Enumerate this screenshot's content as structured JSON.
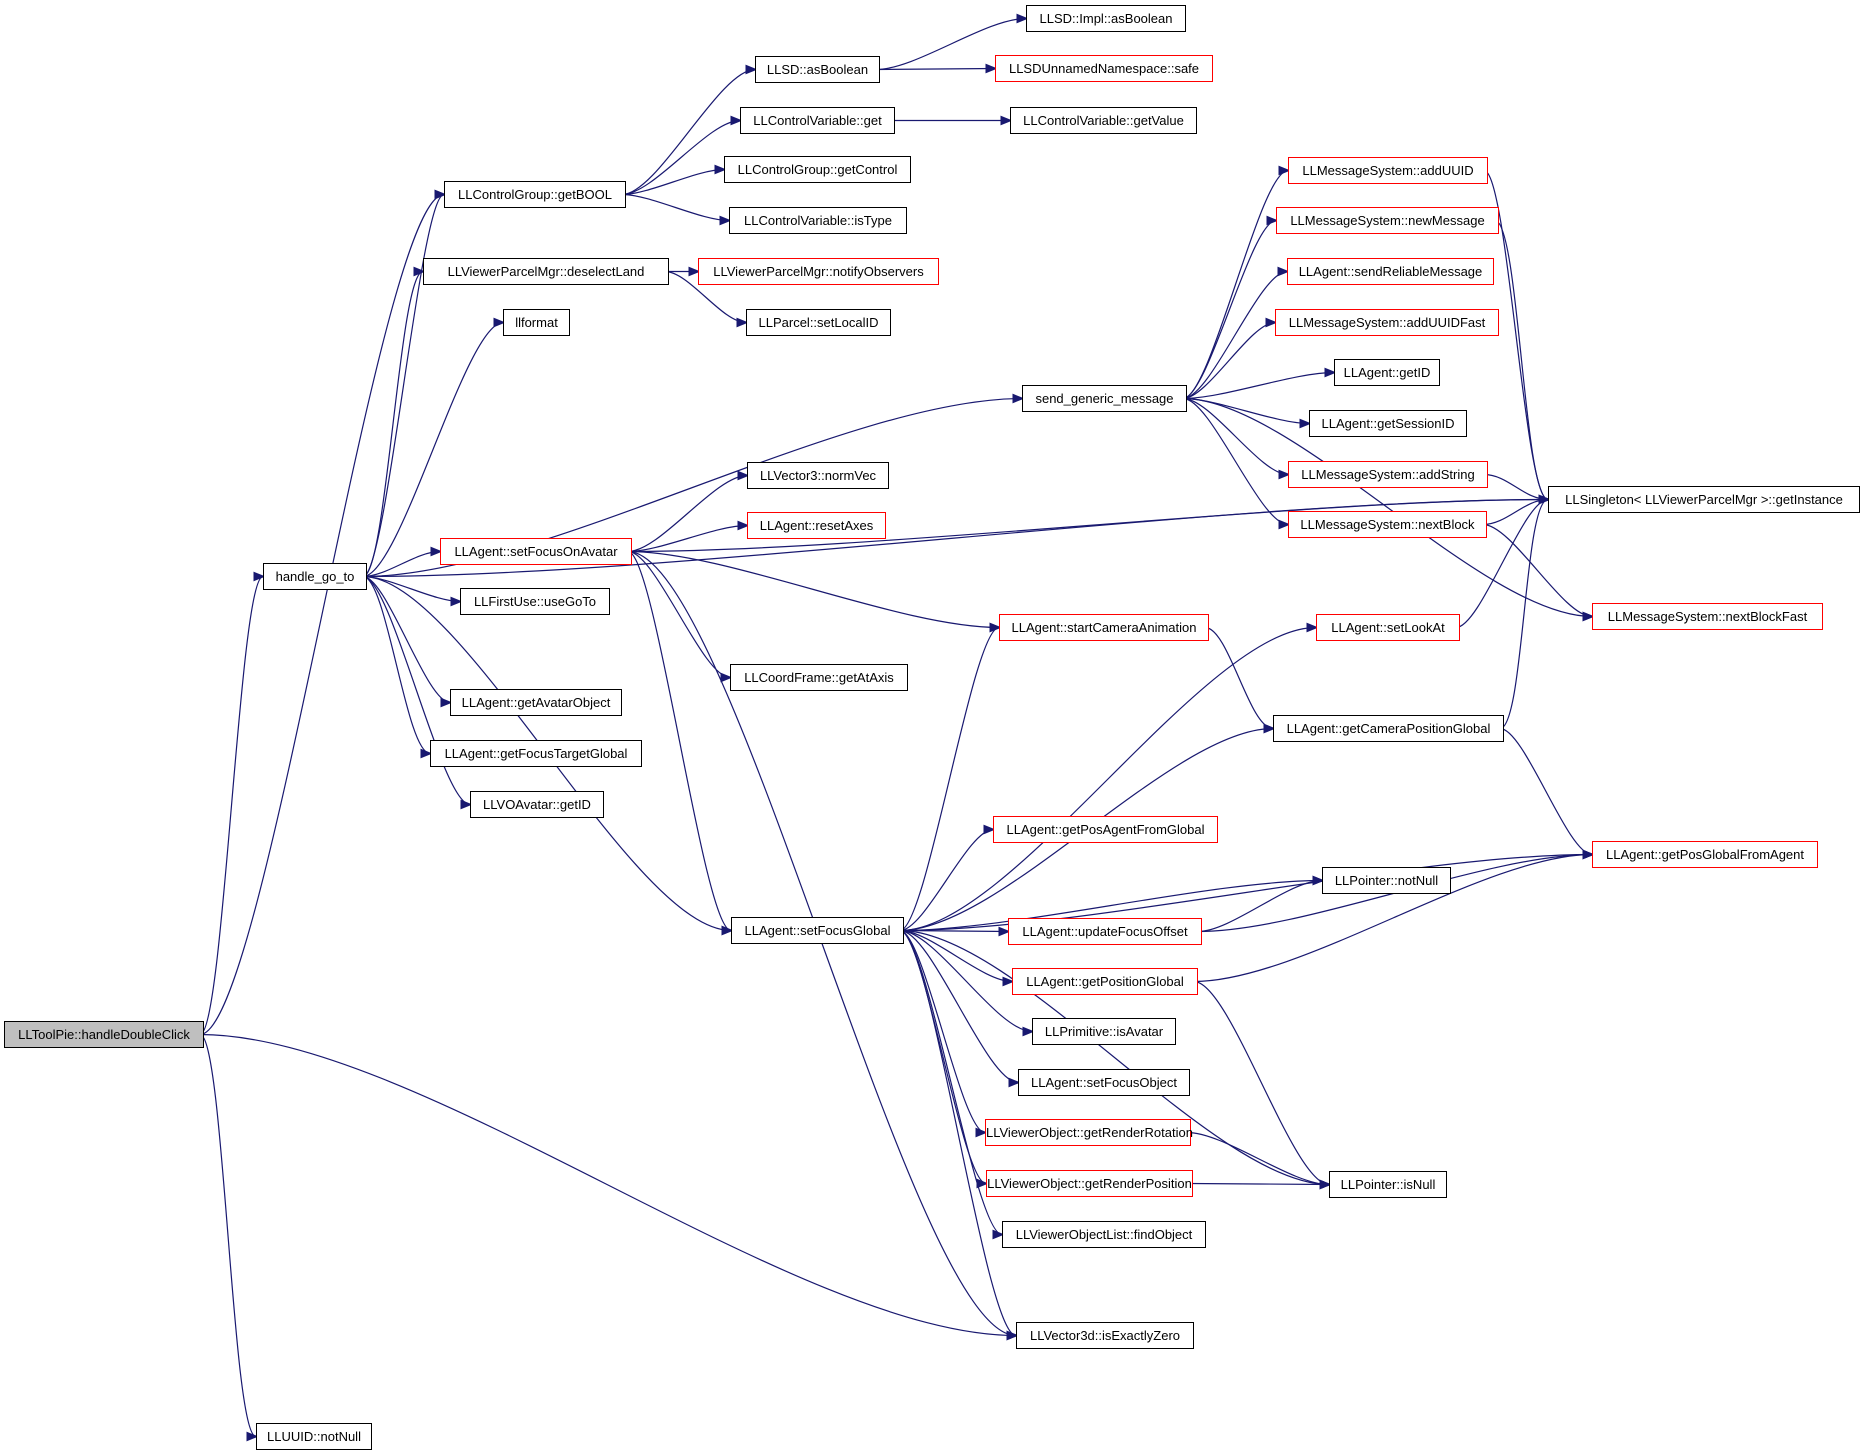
{
  "graph": {
    "colors": {
      "edge": "#191970",
      "box_border": "#000000",
      "box_border_link": "#ff0000",
      "root_fill": "#bfbfbf"
    },
    "nodes": [
      {
        "id": "root",
        "label": "LLToolPie::handleDoubleClick",
        "style": "root"
      },
      {
        "id": "handle_go_to",
        "label": "handle_go_to",
        "style": "black"
      },
      {
        "id": "getBOOL",
        "label": "LLControlGroup::getBOOL",
        "style": "black"
      },
      {
        "id": "asBoolean",
        "label": "LLSD::asBoolean",
        "style": "black"
      },
      {
        "id": "implAsBoolean",
        "label": "LLSD::Impl::asBoolean",
        "style": "black"
      },
      {
        "id": "safe",
        "label": "LLSDUnnamedNamespace::safe",
        "style": "red"
      },
      {
        "id": "cvGet",
        "label": "LLControlVariable::get",
        "style": "black"
      },
      {
        "id": "cvGetValue",
        "label": "LLControlVariable::getValue",
        "style": "black"
      },
      {
        "id": "getControl",
        "label": "LLControlGroup::getControl",
        "style": "black"
      },
      {
        "id": "isType",
        "label": "LLControlVariable::isType",
        "style": "black"
      },
      {
        "id": "deselectLand",
        "label": "LLViewerParcelMgr::deselectLand",
        "style": "black"
      },
      {
        "id": "notifyObservers",
        "label": "LLViewerParcelMgr::notifyObservers",
        "style": "red"
      },
      {
        "id": "llformat",
        "label": "llformat",
        "style": "black"
      },
      {
        "id": "setLocalID",
        "label": "LLParcel::setLocalID",
        "style": "black"
      },
      {
        "id": "sendGeneric",
        "label": "send_generic_message",
        "style": "black"
      },
      {
        "id": "addUUID",
        "label": "LLMessageSystem::addUUID",
        "style": "red"
      },
      {
        "id": "newMessage",
        "label": "LLMessageSystem::newMessage",
        "style": "red"
      },
      {
        "id": "sendReliable",
        "label": "LLAgent::sendReliableMessage",
        "style": "red"
      },
      {
        "id": "addUUIDFast",
        "label": "LLMessageSystem::addUUIDFast",
        "style": "red"
      },
      {
        "id": "agentGetID",
        "label": "LLAgent::getID",
        "style": "black"
      },
      {
        "id": "getSessionID",
        "label": "LLAgent::getSessionID",
        "style": "black"
      },
      {
        "id": "addString",
        "label": "LLMessageSystem::addString",
        "style": "red"
      },
      {
        "id": "nextBlock",
        "label": "LLMessageSystem::nextBlock",
        "style": "red"
      },
      {
        "id": "getInstance",
        "label": "LLSingleton< LLViewerParcelMgr >::getInstance",
        "style": "black"
      },
      {
        "id": "nextBlockFast",
        "label": "LLMessageSystem::nextBlockFast",
        "style": "red"
      },
      {
        "id": "normVec",
        "label": "LLVector3::normVec",
        "style": "black"
      },
      {
        "id": "resetAxes",
        "label": "LLAgent::resetAxes",
        "style": "red"
      },
      {
        "id": "setFocusOnAvatar",
        "label": "LLAgent::setFocusOnAvatar",
        "style": "red"
      },
      {
        "id": "useGoTo",
        "label": "LLFirstUse::useGoTo",
        "style": "black"
      },
      {
        "id": "startCamAnim",
        "label": "LLAgent::startCameraAnimation",
        "style": "red"
      },
      {
        "id": "setLookAt",
        "label": "LLAgent::setLookAt",
        "style": "red"
      },
      {
        "id": "getAtAxis",
        "label": "LLCoordFrame::getAtAxis",
        "style": "black"
      },
      {
        "id": "getAvatarObject",
        "label": "LLAgent::getAvatarObject",
        "style": "black"
      },
      {
        "id": "getCamPosGlobal",
        "label": "LLAgent::getCameraPositionGlobal",
        "style": "black"
      },
      {
        "id": "getFocusTargetGlobal",
        "label": "LLAgent::getFocusTargetGlobal",
        "style": "black"
      },
      {
        "id": "voGetID",
        "label": "LLVOAvatar::getID",
        "style": "black"
      },
      {
        "id": "getPosAgentFromGlobal",
        "label": "LLAgent::getPosAgentFromGlobal",
        "style": "red"
      },
      {
        "id": "getPosGlobalFromAgent",
        "label": "LLAgent::getPosGlobalFromAgent",
        "style": "red"
      },
      {
        "id": "notNullPtr",
        "label": "LLPointer::notNull",
        "style": "black"
      },
      {
        "id": "setFocusGlobal",
        "label": "LLAgent::setFocusGlobal",
        "style": "black"
      },
      {
        "id": "updateFocusOffset",
        "label": "LLAgent::updateFocusOffset",
        "style": "red"
      },
      {
        "id": "getPositionGlobal",
        "label": "LLAgent::getPositionGlobal",
        "style": "red"
      },
      {
        "id": "isAvatar",
        "label": "LLPrimitive::isAvatar",
        "style": "black"
      },
      {
        "id": "setFocusObject",
        "label": "LLAgent::setFocusObject",
        "style": "black"
      },
      {
        "id": "getRenderRotation",
        "label": "LLViewerObject::getRenderRotation",
        "style": "red"
      },
      {
        "id": "getRenderPosition",
        "label": "LLViewerObject::getRenderPosition",
        "style": "red"
      },
      {
        "id": "isNull",
        "label": "LLPointer::isNull",
        "style": "black"
      },
      {
        "id": "findObject",
        "label": "LLViewerObjectList::findObject",
        "style": "black"
      },
      {
        "id": "isExactlyZero",
        "label": "LLVector3d::isExactlyZero",
        "style": "black"
      },
      {
        "id": "uuidNotNull",
        "label": "LLUUID::notNull",
        "style": "black"
      }
    ],
    "edges": [
      [
        "root",
        "getBOOL"
      ],
      [
        "root",
        "handle_go_to"
      ],
      [
        "root",
        "isExactlyZero"
      ],
      [
        "root",
        "uuidNotNull"
      ],
      [
        "handle_go_to",
        "getBOOL"
      ],
      [
        "handle_go_to",
        "deselectLand"
      ],
      [
        "handle_go_to",
        "llformat"
      ],
      [
        "handle_go_to",
        "getInstance"
      ],
      [
        "handle_go_to",
        "sendGeneric"
      ],
      [
        "handle_go_to",
        "setFocusOnAvatar"
      ],
      [
        "handle_go_to",
        "useGoTo"
      ],
      [
        "handle_go_to",
        "setFocusGlobal"
      ],
      [
        "handle_go_to",
        "getAvatarObject"
      ],
      [
        "handle_go_to",
        "getFocusTargetGlobal"
      ],
      [
        "handle_go_to",
        "voGetID"
      ],
      [
        "getBOOL",
        "asBoolean"
      ],
      [
        "getBOOL",
        "cvGet"
      ],
      [
        "getBOOL",
        "getControl"
      ],
      [
        "getBOOL",
        "isType"
      ],
      [
        "asBoolean",
        "implAsBoolean"
      ],
      [
        "asBoolean",
        "safe"
      ],
      [
        "cvGet",
        "cvGetValue"
      ],
      [
        "deselectLand",
        "notifyObservers"
      ],
      [
        "deselectLand",
        "setLocalID"
      ],
      [
        "sendGeneric",
        "addUUID"
      ],
      [
        "sendGeneric",
        "newMessage"
      ],
      [
        "sendGeneric",
        "sendReliable"
      ],
      [
        "sendGeneric",
        "addUUIDFast"
      ],
      [
        "sendGeneric",
        "agentGetID"
      ],
      [
        "sendGeneric",
        "getSessionID"
      ],
      [
        "sendGeneric",
        "addString"
      ],
      [
        "sendGeneric",
        "nextBlock"
      ],
      [
        "sendGeneric",
        "nextBlockFast"
      ],
      [
        "addUUID",
        "getInstance"
      ],
      [
        "newMessage",
        "getInstance"
      ],
      [
        "addString",
        "getInstance"
      ],
      [
        "nextBlock",
        "getInstance"
      ],
      [
        "nextBlock",
        "nextBlockFast"
      ],
      [
        "setFocusOnAvatar",
        "normVec"
      ],
      [
        "setFocusOnAvatar",
        "resetAxes"
      ],
      [
        "setFocusOnAvatar",
        "getInstance"
      ],
      [
        "setFocusOnAvatar",
        "startCamAnim"
      ],
      [
        "setFocusOnAvatar",
        "getAtAxis"
      ],
      [
        "setFocusOnAvatar",
        "setFocusGlobal"
      ],
      [
        "setFocusOnAvatar",
        "isExactlyZero"
      ],
      [
        "startCamAnim",
        "getCamPosGlobal"
      ],
      [
        "setLookAt",
        "getInstance"
      ],
      [
        "getCamPosGlobal",
        "getInstance"
      ],
      [
        "getCamPosGlobal",
        "getPosGlobalFromAgent"
      ],
      [
        "setFocusGlobal",
        "startCamAnim"
      ],
      [
        "setFocusGlobal",
        "setLookAt"
      ],
      [
        "setFocusGlobal",
        "getCamPosGlobal"
      ],
      [
        "setFocusGlobal",
        "getPosGlobalFromAgent"
      ],
      [
        "setFocusGlobal",
        "getPosAgentFromGlobal"
      ],
      [
        "setFocusGlobal",
        "notNullPtr"
      ],
      [
        "setFocusGlobal",
        "updateFocusOffset"
      ],
      [
        "setFocusGlobal",
        "getPositionGlobal"
      ],
      [
        "setFocusGlobal",
        "isAvatar"
      ],
      [
        "setFocusGlobal",
        "setFocusObject"
      ],
      [
        "setFocusGlobal",
        "getRenderRotation"
      ],
      [
        "setFocusGlobal",
        "getRenderPosition"
      ],
      [
        "setFocusGlobal",
        "findObject"
      ],
      [
        "setFocusGlobal",
        "isNull"
      ],
      [
        "setFocusGlobal",
        "isExactlyZero"
      ],
      [
        "updateFocusOffset",
        "notNullPtr"
      ],
      [
        "updateFocusOffset",
        "getPosGlobalFromAgent"
      ],
      [
        "getPositionGlobal",
        "getPosGlobalFromAgent"
      ],
      [
        "getPositionGlobal",
        "isNull"
      ],
      [
        "getRenderRotation",
        "isNull"
      ],
      [
        "getRenderPosition",
        "isNull"
      ]
    ]
  }
}
